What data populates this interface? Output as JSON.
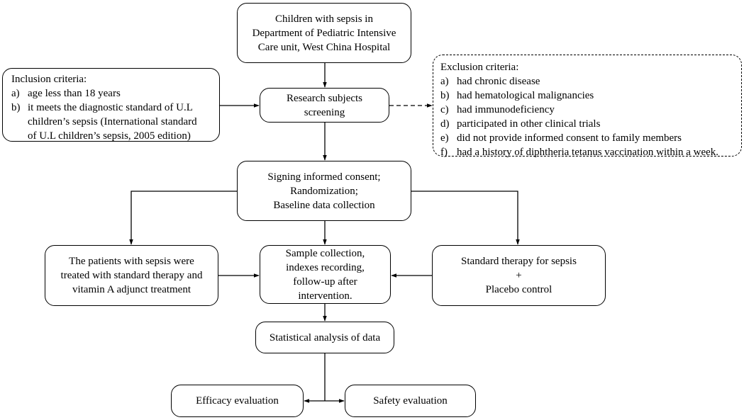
{
  "nodes": {
    "start": {
      "lines": [
        "Children with sepsis in",
        "Department of Pediatric Intensive",
        "Care unit, West China Hospital"
      ]
    },
    "inclusion": {
      "title": "Inclusion criteria:",
      "items": [
        {
          "marker": "a)",
          "lines": [
            "age less than 18 years"
          ]
        },
        {
          "marker": "b)",
          "lines": [
            "it meets the diagnostic standard of U.L",
            "children’s sepsis (International standard",
            "of U.L children’s sepsis, 2005 edition)"
          ]
        }
      ]
    },
    "screening": {
      "lines": [
        "Research subjects",
        "screening"
      ]
    },
    "exclusion": {
      "title": "Exclusion criteria:",
      "items": [
        {
          "marker": "a)",
          "text": "had chronic disease"
        },
        {
          "marker": "b)",
          "text": "had hematological malignancies"
        },
        {
          "marker": "c)",
          "text": "had immunodeficiency"
        },
        {
          "marker": "d)",
          "text": "participated in other clinical trials"
        },
        {
          "marker": "e)",
          "text": "did not provide informed consent to family members"
        },
        {
          "marker": "f)",
          "text": "had a history of diphtheria tetanus vaccination within a week."
        }
      ]
    },
    "consent": {
      "lines": [
        "Signing informed consent;",
        "Randomization;",
        "Baseline data collection"
      ]
    },
    "vitaminA": {
      "lines": [
        "The patients with sepsis were",
        "treated with standard therapy and",
        "vitamin A adjunct treatment"
      ]
    },
    "sample": {
      "lines": [
        "Sample collection,",
        "indexes recording,",
        "follow-up after",
        "intervention."
      ]
    },
    "placebo": {
      "lines": [
        "Standard therapy for sepsis",
        "+",
        "Placebo control"
      ]
    },
    "stats": {
      "lines": [
        "Statistical analysis of data"
      ]
    },
    "efficacy": {
      "lines": [
        "Efficacy evaluation"
      ]
    },
    "safety": {
      "lines": [
        "Safety evaluation"
      ]
    }
  }
}
